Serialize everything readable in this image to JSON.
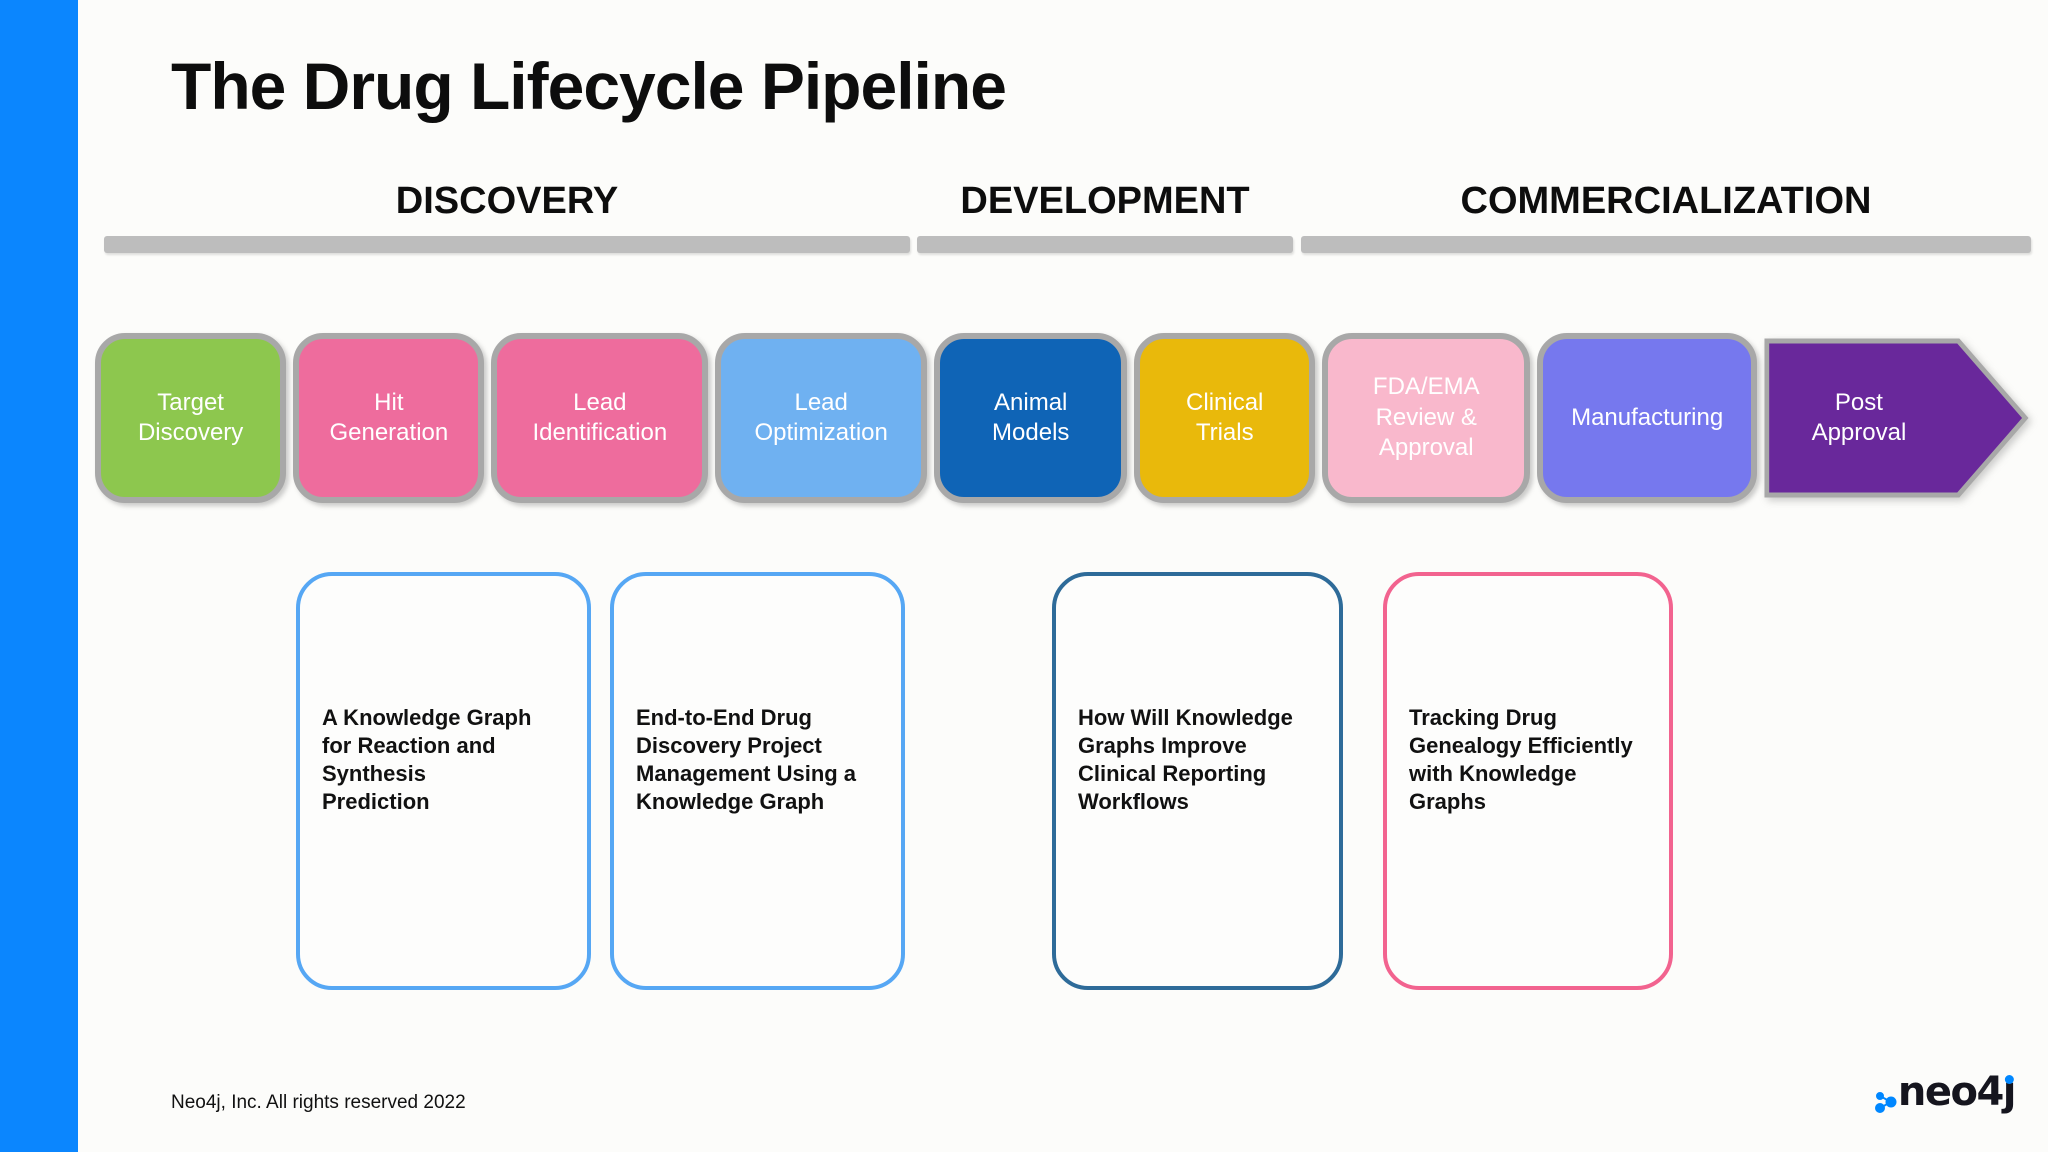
{
  "slide": {
    "title": "The Drug Lifecycle Pipeline",
    "footer_text": "Neo4j, Inc. All rights reserved 2022",
    "background_color": "#FCFCFA",
    "accent_bar_color": "#0B86FE",
    "phase_bar_color": "#BDBDBD",
    "stage_border_color": "#A8A8A8"
  },
  "phases": [
    {
      "label": "DISCOVERY"
    },
    {
      "label": "DEVELOPMENT"
    },
    {
      "label": "COMMERCIALIZATION"
    }
  ],
  "pipeline_stages": [
    {
      "label": "Target\nDiscovery",
      "fill": "#8DC74E",
      "text_color": "#FFFFFF",
      "shape": "box"
    },
    {
      "label": "Hit\nGeneration",
      "fill": "#EE6C9D",
      "text_color": "#FFFFFF",
      "shape": "box"
    },
    {
      "label": "Lead\nIdentification",
      "fill": "#EE6C9D",
      "text_color": "#FFFFFF",
      "shape": "box"
    },
    {
      "label": "Lead\nOptimization",
      "fill": "#6FB1F1",
      "text_color": "#FFFFFF",
      "shape": "box"
    },
    {
      "label": "Animal\nModels",
      "fill": "#0F64B6",
      "text_color": "#FFFFFF",
      "shape": "box"
    },
    {
      "label": "Clinical\nTrials",
      "fill": "#E9B90B",
      "text_color": "#FFFFFF",
      "shape": "box"
    },
    {
      "label": "FDA/EMA\nReview &\nApproval",
      "fill": "#F9B8CC",
      "text_color": "#FFFFFF",
      "shape": "box"
    },
    {
      "label": "Manufacturing",
      "fill": "#7678EE",
      "text_color": "#FFFFFF",
      "shape": "box"
    },
    {
      "label": "Post\nApproval",
      "fill": "#69289B",
      "text_color": "#FFFFFF",
      "shape": "arrow"
    }
  ],
  "cards": [
    {
      "text": "A Knowledge Graph\nfor Reaction and\nSynthesis\nPrediction",
      "border_color": "#56A7F4"
    },
    {
      "text": "End-to-End Drug\nDiscovery Project\nManagement Using a\nKnowledge Graph",
      "border_color": "#56A7F4"
    },
    {
      "text": "How Will Knowledge\nGraphs Improve\nClinical Reporting\nWorkflows",
      "border_color": "#2E6B99"
    },
    {
      "text": "Tracking Drug\nGenealogy Efficiently\nwith Knowledge\nGraphs",
      "border_color": "#F2638F"
    }
  ],
  "logo": {
    "text": "neo4j",
    "text_color": "#15151E",
    "dot_color": "#0087FF"
  }
}
